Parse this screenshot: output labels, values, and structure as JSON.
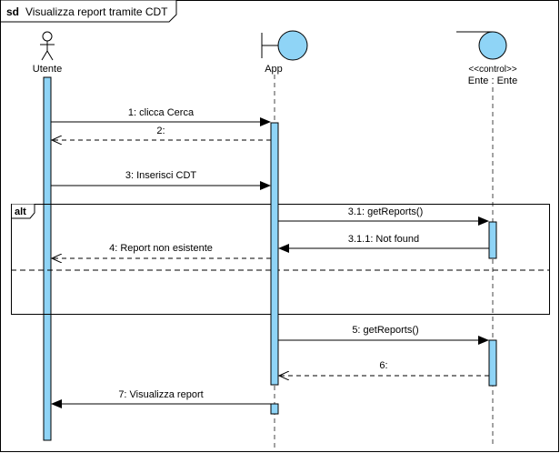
{
  "frame": {
    "keyword": "sd",
    "title": "Visualizza report tramite CDT"
  },
  "lifelines": {
    "utente": {
      "name": "Utente",
      "kind": "actor"
    },
    "app": {
      "name": "App",
      "kind": "boundary"
    },
    "ente": {
      "name": "Ente : Ente",
      "stereotype": "<<control>>",
      "kind": "control"
    }
  },
  "fragment": {
    "operator": "alt"
  },
  "messages": {
    "m1": "1: clicca Cerca",
    "m2": "2:",
    "m3": "3: Inserisci CDT",
    "m31": "3.1: getReports()",
    "m311": "3.1.1: Not found",
    "m4": "4: Report non esistente",
    "m5": "5: getReports()",
    "m6": "6:",
    "m7": "7: Visualizza report"
  },
  "colors": {
    "lifeline_fill": "#8fd4f6",
    "activation_fill": "#8fd4f6",
    "line": "#000000",
    "dashed_line": "#444444"
  }
}
